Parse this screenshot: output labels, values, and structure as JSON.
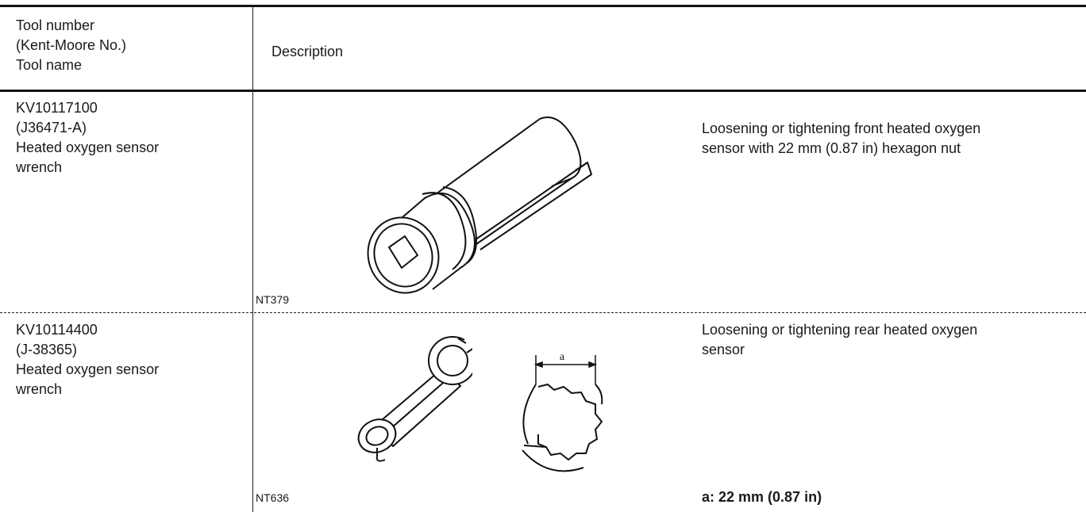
{
  "header": {
    "tool_col": [
      "Tool number",
      "(Kent-Moore No.)",
      "Tool name"
    ],
    "description_col": "Description"
  },
  "rows": [
    {
      "tool_number": "KV10117100",
      "kent_moore": "(J36471-A)",
      "tool_name_line1": "Heated oxygen sensor",
      "tool_name_line2": "wrench",
      "figure_code": "NT379",
      "description_line1": "Loosening or tightening front heated oxygen",
      "description_line2": "sensor with 22 mm (0.87 in) hexagon nut",
      "illustration": "deep-socket-wrench-icon"
    },
    {
      "tool_number": "KV10114400",
      "kent_moore": "(J-38365)",
      "tool_name_line1": "Heated oxygen sensor",
      "tool_name_line2": "wrench",
      "figure_code": "NT636",
      "description_line1": "Loosening or tightening rear heated oxygen",
      "description_line2": "sensor",
      "dimension_label": "a",
      "dimension_note": "a: 22 mm (0.87 in)",
      "illustration": "flare-nut-wrench-icon"
    }
  ]
}
